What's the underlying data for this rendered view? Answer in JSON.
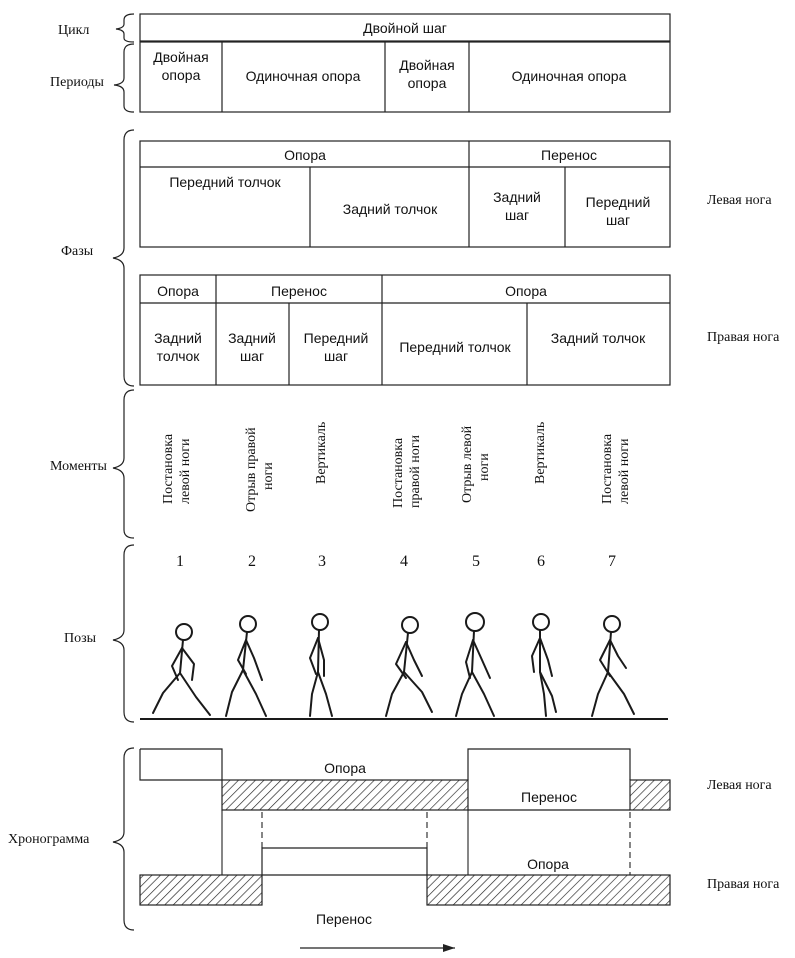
{
  "row_labels": {
    "cycle": "Цикл",
    "periods": "Периоды",
    "phases": "Фазы",
    "moments": "Моменты",
    "poses": "Позы",
    "chronogram": "Хронограмма"
  },
  "side_labels": {
    "left_leg": "Левая нога",
    "right_leg": "Правая нога",
    "left_leg_chrono": "Левая нога",
    "right_leg_chrono": "Правая нога"
  },
  "cycle": {
    "label": "Двойной шаг"
  },
  "periods": [
    {
      "line1": "Двойная",
      "line2": "опора"
    },
    {
      "line1": "Одиночная опора",
      "line2": ""
    },
    {
      "line1": "Двойная",
      "line2": "опора"
    },
    {
      "line1": "Одиночная опора",
      "line2": ""
    }
  ],
  "left_phases": {
    "support": "Опора",
    "transfer": "Перенос",
    "front_push": "Передний толчок",
    "rear_push": "Задний толчок",
    "rear_step": {
      "line1": "Задний",
      "line2": "шаг"
    },
    "front_step": {
      "line1": "Передний",
      "line2": "шаг"
    }
  },
  "right_phases": {
    "support1": "Опора",
    "transfer": "Перенос",
    "support2": "Опора",
    "rear_push1": {
      "line1": "Задний",
      "line2": "толчок"
    },
    "rear_step": {
      "line1": "Задний",
      "line2": "шаг"
    },
    "front_step": {
      "line1": "Передний",
      "line2": "шаг"
    },
    "front_push": "Передний толчок",
    "rear_push2": "Задний толчок"
  },
  "moments": [
    {
      "line1": "Постановка",
      "line2": "левой ноги"
    },
    {
      "line1": "Отрыв правой",
      "line2": "ноги"
    },
    {
      "line1": "Вертикаль",
      "line2": ""
    },
    {
      "line1": "Постановка",
      "line2": "правой ноги"
    },
    {
      "line1": "Отрыв левой",
      "line2": "ноги"
    },
    {
      "line1": "Вертикаль",
      "line2": ""
    },
    {
      "line1": "Постановка",
      "line2": "левой ноги"
    }
  ],
  "pose_numbers": [
    "1",
    "2",
    "3",
    "4",
    "5",
    "6",
    "7"
  ],
  "chronogram": {
    "left_support": "Опора",
    "left_transfer": "Перенос",
    "right_support": "Опора",
    "right_transfer": "Перенос"
  },
  "colors": {
    "line": "#1a1a1a",
    "background": "#ffffff"
  }
}
